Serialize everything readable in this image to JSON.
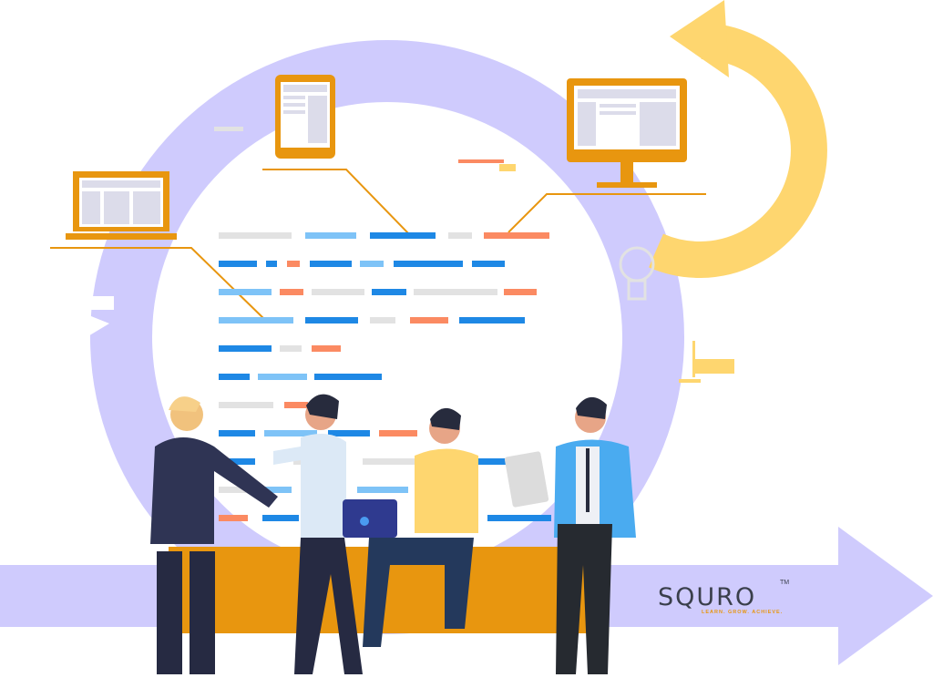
{
  "logo": {
    "name": "SQURO",
    "trademark": "TM",
    "tagline": "LEARN. GROW. ACHIEVE."
  },
  "colors": {
    "ring": "#cfcbfd",
    "arrow": "#cfcbfd",
    "cycle_arrow": "#fed66f",
    "device": "#e8960f",
    "bench": "#e8960f",
    "dash_blue": "#1e88e5",
    "dash_light_blue": "#7ec3f7",
    "dash_gray": "#e2e2e2",
    "dash_orange": "#fb8a62"
  }
}
